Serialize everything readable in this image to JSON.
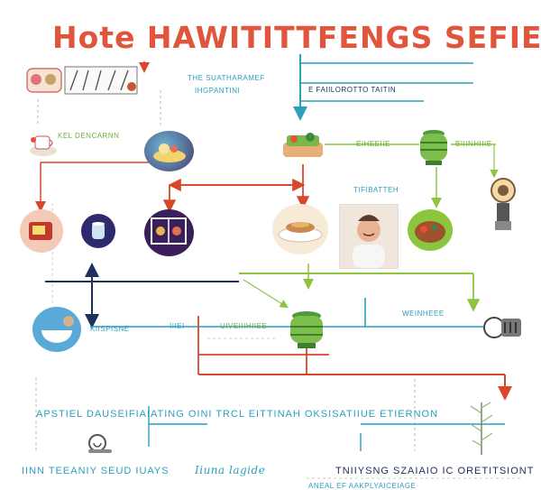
{
  "diagram": {
    "title": "Hote HAWITITTFENGS SEFIEH",
    "labels": {
      "top_center": [
        "THE SUATHARAMEF",
        "IHGPANTINI"
      ],
      "top_right": "E FAIILOROTTO TAITIN",
      "left_mid": "KEL DENCARNN",
      "center_right_a": "EIHEEIIE",
      "center_right_b": "BIIINHIIIE",
      "mid_center": "TIFIBATTEH",
      "row_left": "KIISPISNE",
      "row_mid_a": "IIIEI",
      "row_mid_b": "UIVEIIIHIIEE",
      "row_right": "WEINHEEE",
      "bottom_banner": "APSTIEL DAUSEIFIAIATING OINI TRCL EITTINAH OKSISATIIUE ETIERNON",
      "footer_left": "IINN TEEANIY SEUD IUAYS",
      "footer_mid": "Iiuna lagide",
      "footer_right": "TNIIYSNG SZAIAIO IC ORETITSIONT",
      "footer_bottom": "ANEAL EF AAKPLYAICEIAGE"
    },
    "icons": [
      "cupcake-tray-icon",
      "kitchen-tools-icon",
      "coffee-cup-icon",
      "dessert-plate-icon",
      "bowl-icon",
      "moon-cup-icon",
      "cutlery-window-icon",
      "pancake-plate-icon",
      "chef-portrait-icon",
      "garnished-dish-icon",
      "blender-icon",
      "serving-dish-icon",
      "hand-mixer-icon",
      "pot-icon",
      "coffee-grinder-icon",
      "snail-icon",
      "herb-sprig-icon"
    ],
    "colors": {
      "title": "#e0553b",
      "red": "#d9472b",
      "teal": "#2a9fbf",
      "green": "#8cc63f",
      "navy": "#20305e"
    }
  }
}
